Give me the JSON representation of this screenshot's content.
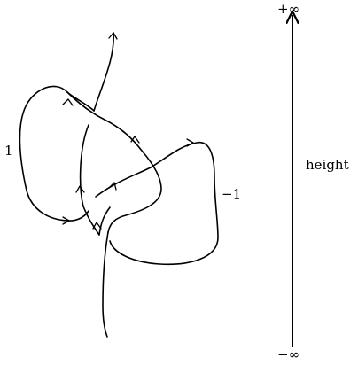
{
  "knot": {
    "left_loop_label": "1",
    "right_loop_label": "−1"
  },
  "height_axis": {
    "label": "height",
    "top_label": "+∞",
    "bottom_label": "−∞"
  }
}
